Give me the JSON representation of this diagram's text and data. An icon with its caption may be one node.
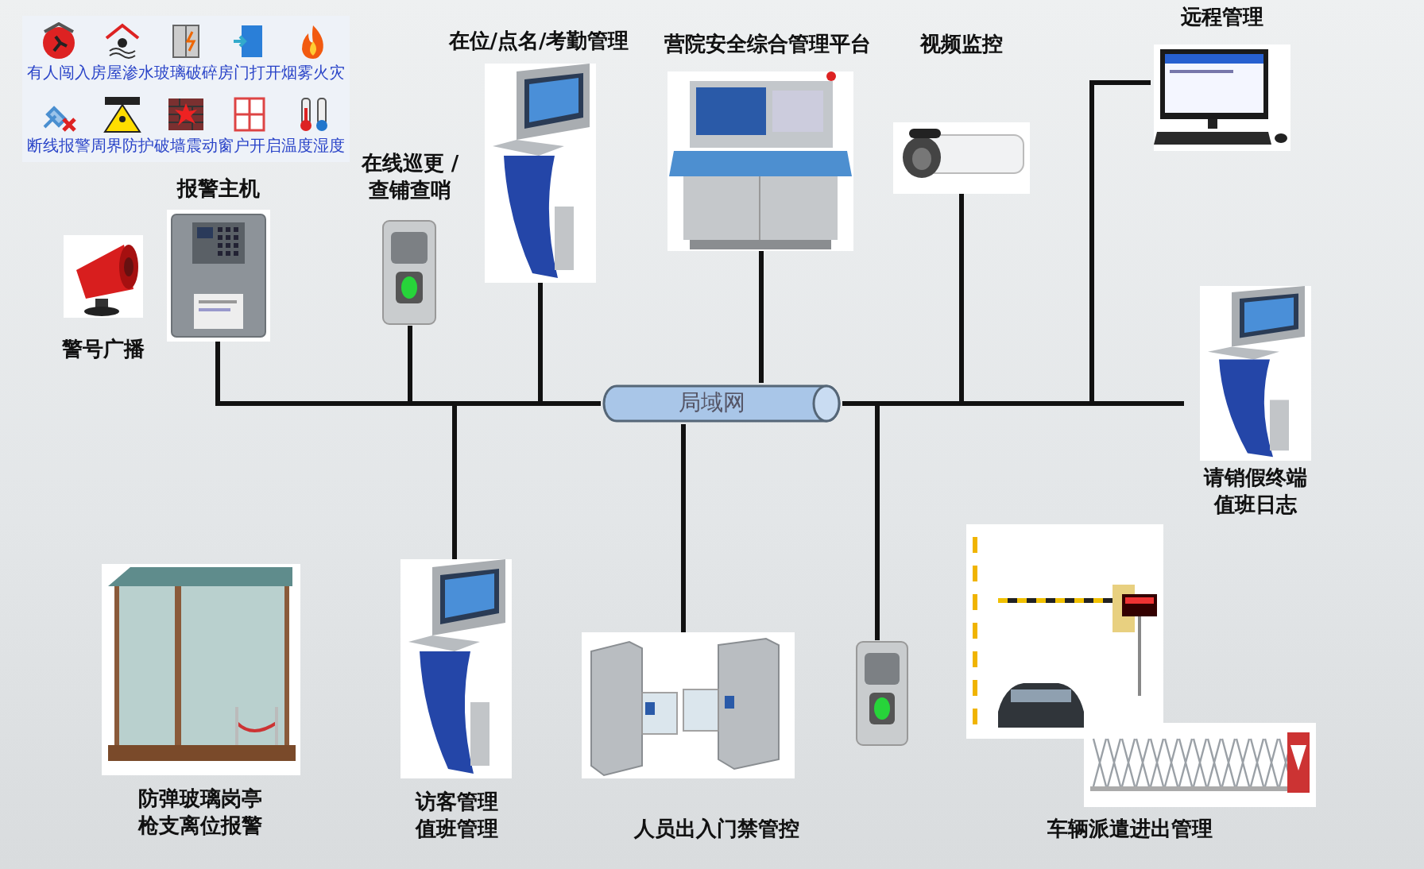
{
  "diagram": {
    "nodes": [
      {
        "text": [
          "警号广播"
        ]
      },
      {
        "text": [
          "报警主机"
        ]
      },
      {
        "text": [
          "在线巡更 /查铺查哨"
        ]
      },
      {
        "text": [
          "在位/点名/考勤管理"
        ]
      },
      {
        "text": [
          "营院安全综合管理平台"
        ]
      },
      {
        "text": [
          "视频监控"
        ]
      },
      {
        "text": [
          "远程管理"
        ]
      },
      {
        "text": [
          "局域网"
        ]
      },
      {
        "text": [
          "请销假终端值班日志"
        ]
      },
      {
        "text": [
          "防弹玻璃岗亭枪支离位报警"
        ]
      },
      {
        "text": [
          "访客管理值班管理"
        ]
      },
      {
        "text": [
          "人员出入门禁管控"
        ]
      },
      {
        "text": [],
        "shape": "picture"
      },
      {
        "text": [
          "车辆派遣进出管理"
        ]
      }
    ],
    "edges": [
      {
        "from": 1,
        "to": 7,
        "arrow": "none"
      },
      {
        "from": 2,
        "to": 7,
        "arrow": "none"
      },
      {
        "from": 3,
        "to": 7,
        "arrow": "none"
      },
      {
        "from": 4,
        "to": 7,
        "arrow": "none"
      },
      {
        "from": 5,
        "to": 7,
        "arrow": "none"
      },
      {
        "from": 6,
        "to": 7,
        "arrow": "none"
      },
      {
        "from": 8,
        "to": 7,
        "arrow": "none"
      },
      {
        "from": 10,
        "to": 7,
        "arrow": "none"
      },
      {
        "from": 11,
        "to": 7,
        "arrow": "none"
      },
      {
        "from": 12,
        "to": 7,
        "arrow": "none"
      }
    ],
    "labels": [
      "有人闯入",
      "房屋渗水",
      "玻璃破碎",
      "房门打开",
      "烟雾火灾",
      "断线报警",
      "周界防护",
      "破墙震动",
      "窗户开启",
      "温度湿度"
    ]
  }
}
